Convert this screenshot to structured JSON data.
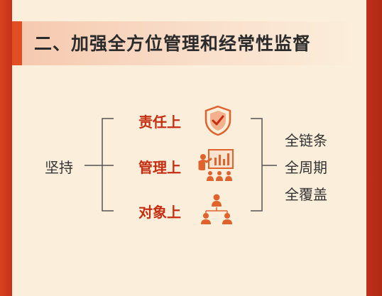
{
  "header": {
    "title": "二、加强全方位管理和经常性监督"
  },
  "left_label": "坚持",
  "middle_items": [
    {
      "label": "责任上",
      "icon": "shield-check-icon"
    },
    {
      "label": "管理上",
      "icon": "presentation-icon"
    },
    {
      "label": "对象上",
      "icon": "people-group-icon"
    }
  ],
  "right_items": [
    "全链条",
    "全周期",
    "全覆盖"
  ],
  "colors": {
    "accent": "#c62e12",
    "icon": "#e0632e",
    "card": "#fbefdc",
    "frame": "#c7311a"
  }
}
